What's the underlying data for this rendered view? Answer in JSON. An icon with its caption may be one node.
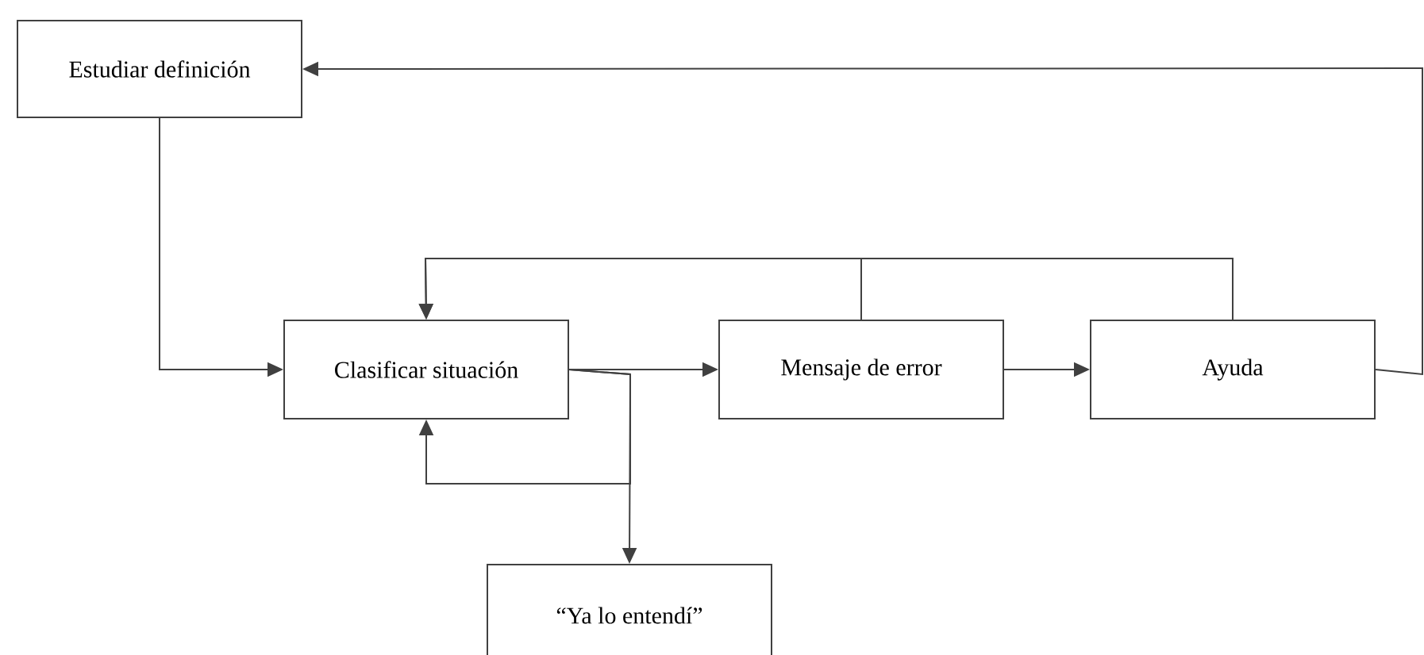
{
  "diagram": {
    "nodes": [
      {
        "text": [
          "Estudiar definición"
        ]
      },
      {
        "text": [
          "Clasificar situación"
        ]
      },
      {
        "text": [
          "Mensaje de error"
        ]
      },
      {
        "text": [
          "Ayuda"
        ]
      },
      {
        "text": [
          "“Ya lo entendí”"
        ]
      }
    ],
    "edges": [
      {
        "from": 0,
        "to": 1,
        "arrow": "to"
      },
      {
        "from": 1,
        "to": 2,
        "arrow": "to"
      },
      {
        "from": 2,
        "to": 3,
        "arrow": "to"
      },
      {
        "from": 1,
        "to": 4,
        "arrow": "to"
      },
      {
        "from": 1,
        "to": 1,
        "arrow": "to"
      },
      {
        "from": 2,
        "to": 1,
        "arrow": "to"
      },
      {
        "from": 3,
        "to": 1,
        "arrow": "to"
      },
      {
        "from": 3,
        "to": 0,
        "arrow": "to"
      }
    ]
  }
}
